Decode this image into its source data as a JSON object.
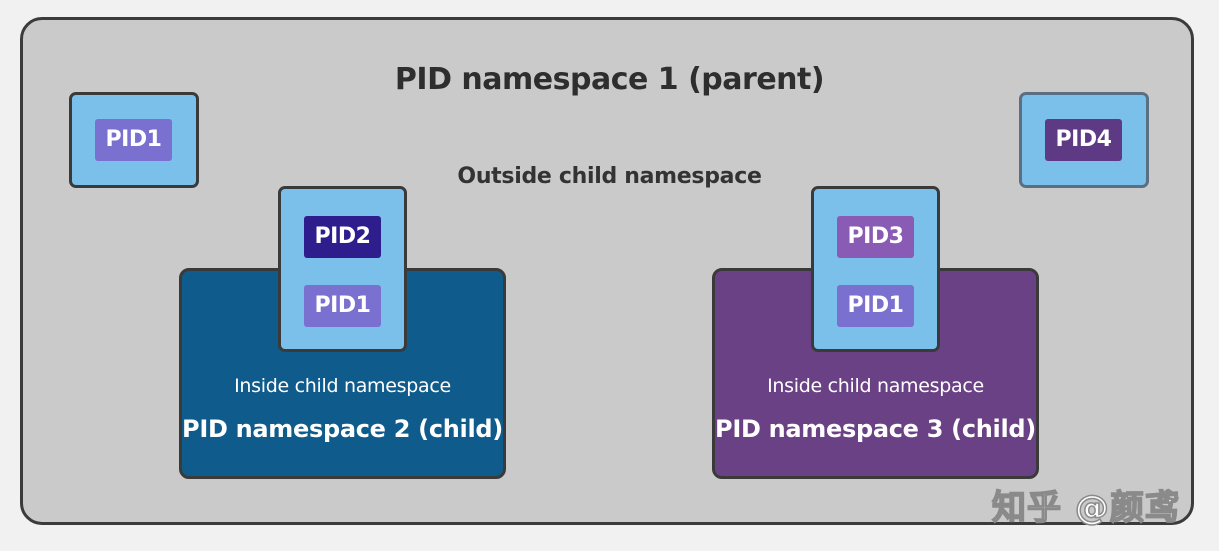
{
  "parent_namespace": {
    "title": "PID namespace 1 (parent)",
    "outside_label": "Outside child namespace"
  },
  "processes": {
    "pid1_parent": "PID1",
    "pid4_parent": "PID4",
    "pid2_parent": "PID2",
    "pid2_child": "PID1",
    "pid3_parent": "PID3",
    "pid3_child": "PID1"
  },
  "child_namespace_2": {
    "inside_label": "Inside child namespace",
    "title": "PID namespace 2 (child)"
  },
  "child_namespace_3": {
    "inside_label": "Inside child namespace",
    "title": "PID namespace 3 (child)"
  },
  "colors": {
    "parent_bg": "#cacaca",
    "child2_bg": "#0f5b8b",
    "child3_bg": "#6b4186",
    "process_box": "#7bbfeb",
    "pid_tag_light": "#7a70cf",
    "pid_tag_dark": "#2e1d8c",
    "pid_tag_violet": "#8a5bb4",
    "pid_tag_plum": "#5e3a85"
  },
  "watermark": "知乎 @颜鸢"
}
